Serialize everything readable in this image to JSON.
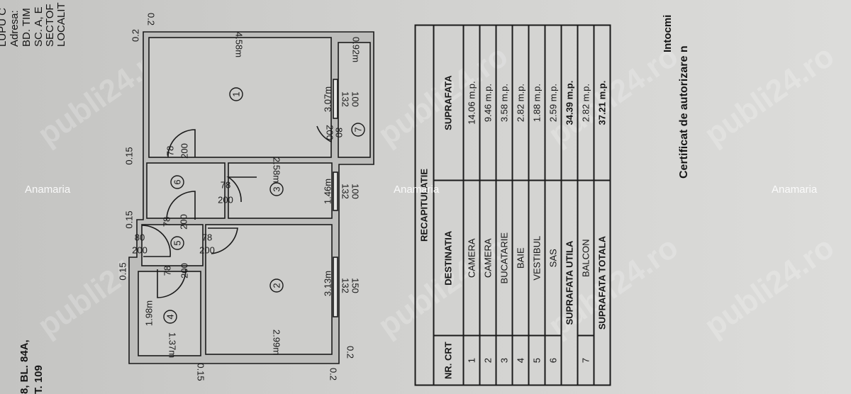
{
  "header": {
    "line0": "LUPU C",
    "address_label": "Adresa:",
    "line1": "BD. TIM",
    "line2": "SC. A, E",
    "line3": "SECTOF",
    "line4": "LOCALIT"
  },
  "footer_left": {
    "line1": "8, BL. 84A,",
    "line2": "T. 109"
  },
  "right_text": {
    "line1": "Intocmi",
    "line2": "Certificat de autorizare n"
  },
  "watermarks": {
    "name": "Anamaria",
    "site": "publi24.ro"
  },
  "plan": {
    "rooms": [
      "1",
      "2",
      "3",
      "4",
      "5",
      "6",
      "7"
    ],
    "dims": {
      "r1_width": "4.58m",
      "r1_len": "3.07m",
      "balcony": "0.92m",
      "r3_width": "2.58m",
      "r3_len": "1.46m",
      "r2_len": "3.13m",
      "r2_width": "2.99m",
      "r4_len": "1.98m",
      "r4_width": "1.37m",
      "wall_015": "0.15",
      "wall_02": "0.2"
    },
    "openings": {
      "door_78": "78",
      "door_80": "80",
      "door_h": "200",
      "win_100": "100",
      "win_132": "132",
      "win_150": "150"
    }
  },
  "table": {
    "title": "RECAPITULATIE",
    "headers": [
      "NR. CRT",
      "DESTINATIA",
      "SUPRAFATA"
    ],
    "rows": [
      {
        "nr": "1",
        "dest": "CAMERA",
        "area": "14.06 m.p."
      },
      {
        "nr": "2",
        "dest": "CAMERA",
        "area": "9.46 m.p."
      },
      {
        "nr": "3",
        "dest": "BUCATARIE",
        "area": "3.58 m.p."
      },
      {
        "nr": "4",
        "dest": "BAIE",
        "area": "2.82 m.p."
      },
      {
        "nr": "5",
        "dest": "VESTIBUL",
        "area": "1.88 m.p."
      },
      {
        "nr": "6",
        "dest": "SAS",
        "area": "2.59 m.p."
      }
    ],
    "utila": {
      "label": "SUPRAFATA UTILA",
      "area": "34.39 m.p."
    },
    "balcon": {
      "nr": "7",
      "dest": "BALCON",
      "area": "2.82 m.p."
    },
    "totala": {
      "label": "SUPRAFATA TOTALA",
      "area": "37.21 m.p."
    }
  }
}
